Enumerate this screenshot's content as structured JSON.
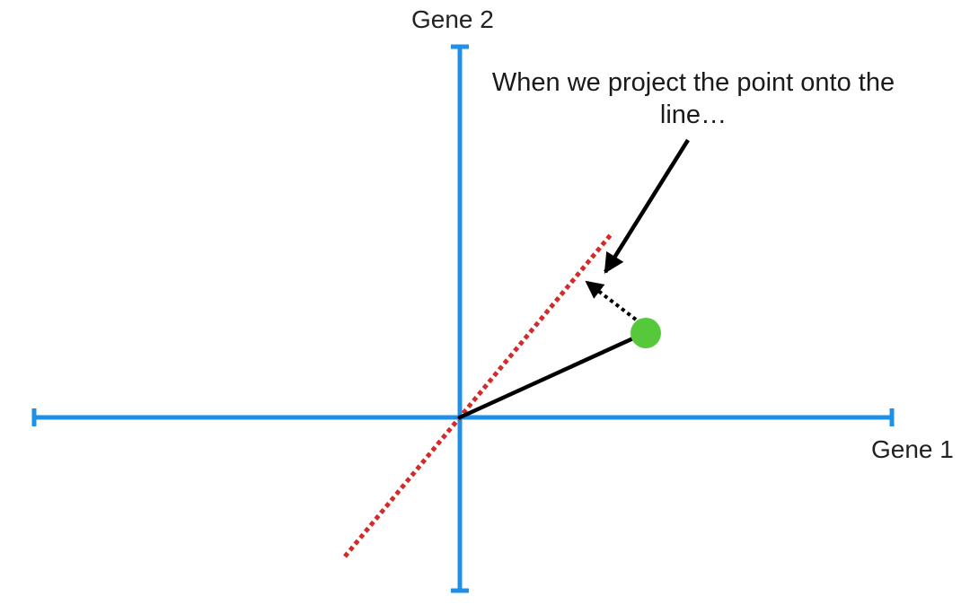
{
  "labels": {
    "y_axis": "Gene 2",
    "x_axis": "Gene 1",
    "annotation": "When we project the point onto the line…"
  },
  "colors": {
    "axis": "#1E90E8",
    "projection_line": "#D42A2A",
    "point": "#55C93A",
    "arrow": "#000000"
  }
}
